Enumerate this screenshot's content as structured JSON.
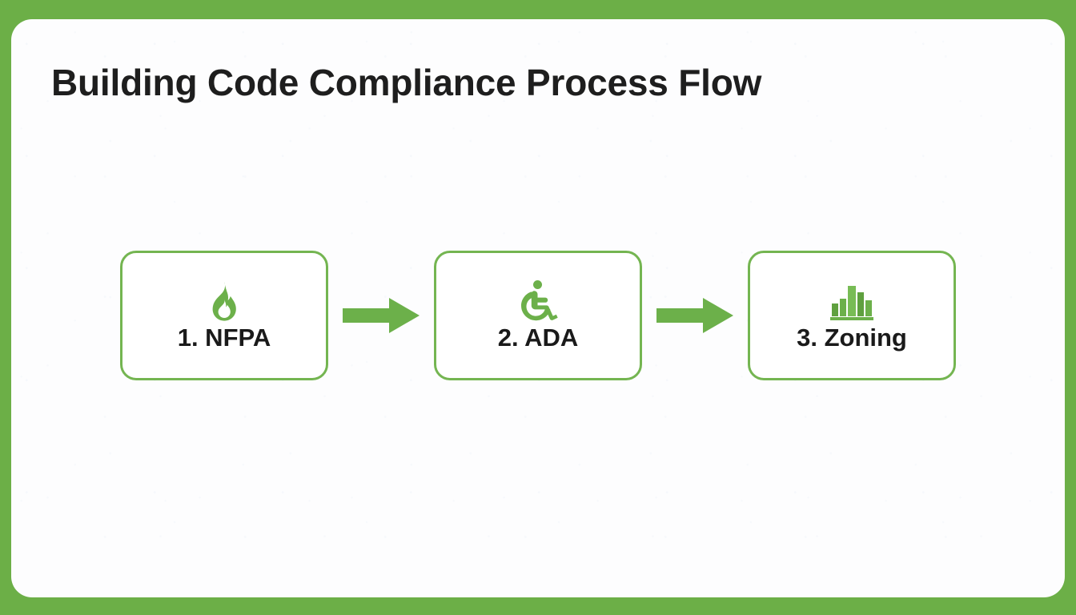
{
  "slide": {
    "title": "Building Code Compliance Process Flow",
    "frame_color": "#6CAF47",
    "card_color": "#FDFDFE",
    "accent_color": "#74B551",
    "arrow_color": "#6CB04A",
    "text_color": "#1A1A1A"
  },
  "flow": {
    "type": "process-flow",
    "direction": "left-to-right",
    "steps": [
      {
        "number": "1",
        "label": "1. NFPA",
        "icon": "flame-icon"
      },
      {
        "number": "2",
        "label": "2. ADA",
        "icon": "wheelchair-accessibility-icon"
      },
      {
        "number": "3",
        "label": "3. Zoning",
        "icon": "city-buildings-icon"
      }
    ],
    "connectors": [
      {
        "icon": "arrow-right-icon"
      },
      {
        "icon": "arrow-right-icon"
      }
    ]
  }
}
